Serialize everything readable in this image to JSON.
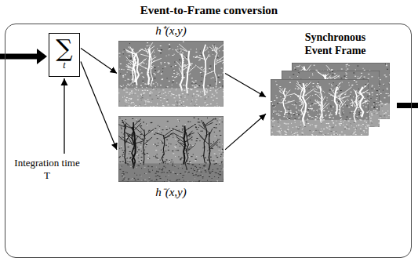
{
  "diagram": {
    "nodes": [
      {
        "text": [
          "Event-to-Frame conversion"
        ]
      },
      {
        "text": [
          "∑",
          "t"
        ],
        "in": 0
      },
      {
        "text": [
          "h⁺(x,y)"
        ],
        "in": 0
      },
      {
        "text": [
          "h⁻(x,y)"
        ],
        "in": 0
      },
      {
        "text": [
          "Synchronous Event Frame"
        ],
        "in": 0
      }
    ],
    "edges": [
      {
        "from": 1,
        "to": 2,
        "arrow": "to"
      },
      {
        "from": 1,
        "to": 3,
        "arrow": "to"
      },
      {
        "from": 2,
        "to": 4,
        "arrow": "to"
      },
      {
        "from": 3,
        "to": 4,
        "arrow": "to"
      }
    ],
    "labels": [
      "Integration time T"
    ]
  }
}
